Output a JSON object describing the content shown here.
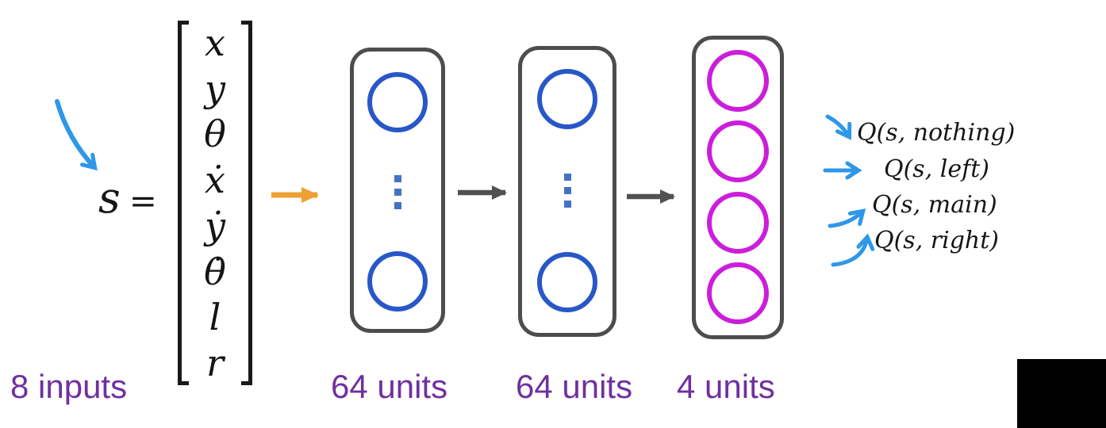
{
  "state": {
    "symbol": "s",
    "equals": "=",
    "vector": [
      "x",
      "y",
      "θ",
      "ẋ",
      "ẏ",
      "θ̇",
      "l",
      "r"
    ],
    "input_label": "8 inputs"
  },
  "layers": [
    {
      "label": "64 units",
      "neuron_color": "#2857C8"
    },
    {
      "label": "64 units",
      "neuron_color": "#2857C8"
    },
    {
      "label": "4 units",
      "neuron_color": "#CB1EDB"
    }
  ],
  "outputs": [
    "Q(s, nothing)",
    "Q(s, left)",
    "Q(s, main)",
    "Q(s, right)"
  ],
  "colors": {
    "hidden_neuron_blue": "#2857C8",
    "output_neuron_magenta": "#CB1EDB",
    "layer_border_gray": "#4D4D4D",
    "flow_arrow_gray": "#515151",
    "input_arrow_orange": "#EDA033",
    "annotation_arrow_blue": "#2F97E8",
    "label_purple": "#7030A0"
  }
}
